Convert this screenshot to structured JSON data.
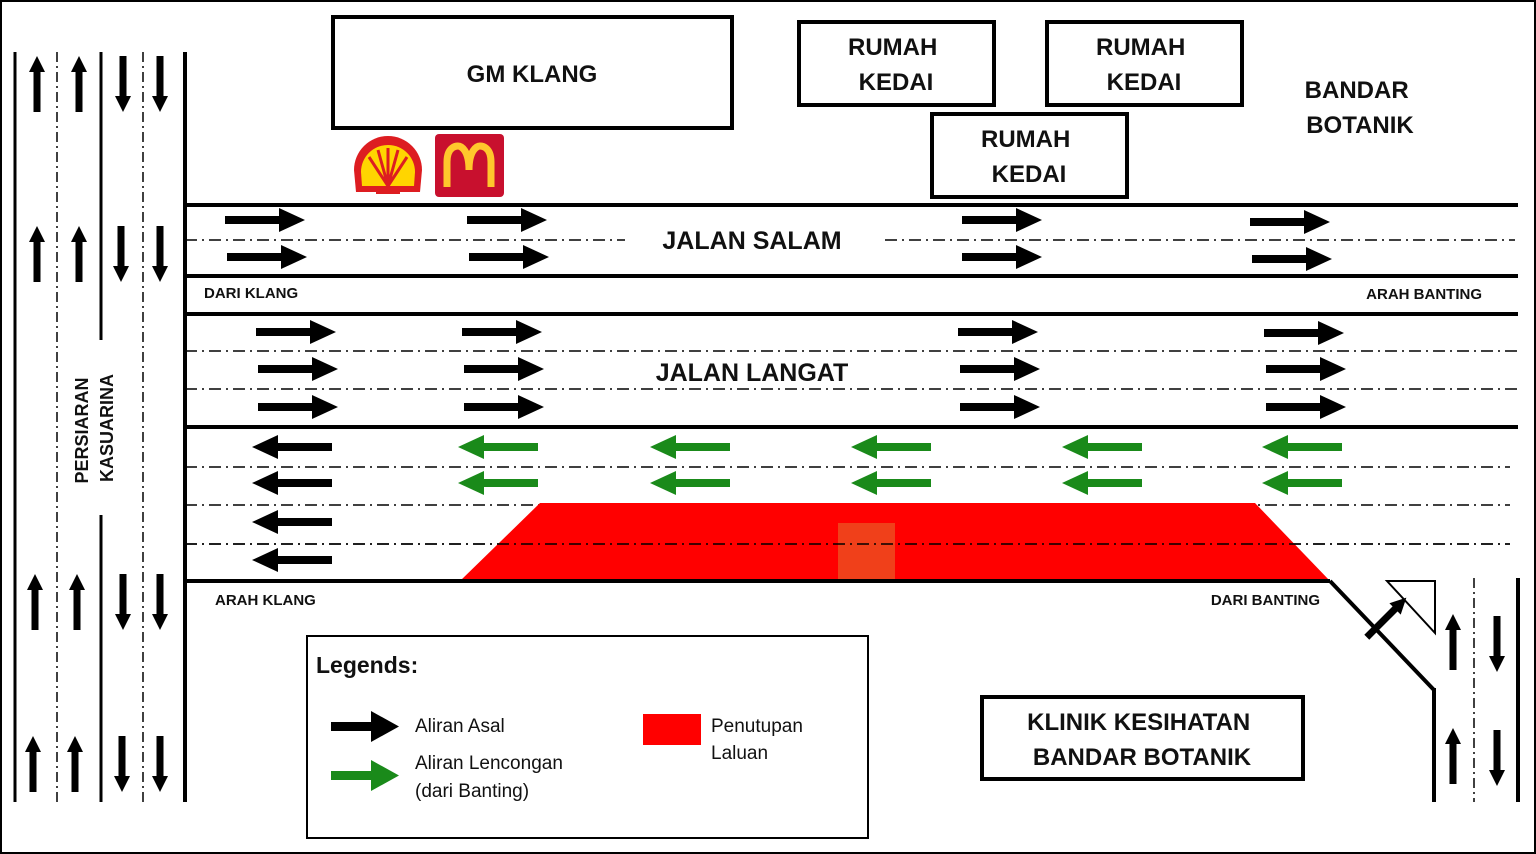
{
  "map": {
    "buildings": {
      "gm_klang": "GM KLANG",
      "rumah_kedai_1": [
        "RUMAH",
        "KEDAI"
      ],
      "rumah_kedai_2": [
        "RUMAH",
        "KEDAI"
      ],
      "rumah_kedai_3": [
        "RUMAH",
        "KEDAI"
      ],
      "klinik": [
        "KLINIK KESIHATAN",
        "BANDAR BOTANIK"
      ]
    },
    "area": [
      "BANDAR",
      "BOTANIK"
    ],
    "roads": {
      "jalan_salam": "JALAN SALAM",
      "jalan_langat": "JALAN LANGAT",
      "persiaran": [
        "PERSIARAN",
        "KASUARINA"
      ]
    },
    "directions": {
      "dari_klang": "DARI KLANG",
      "arah_banting": "ARAH BANTING",
      "arah_klang": "ARAH KLANG",
      "dari_banting": "DARI BANTING"
    },
    "logos": [
      "shell-logo",
      "mcdonalds-logo"
    ],
    "colors": {
      "closure": "#ff0000",
      "detour": "#1a8a1a",
      "original": "#000000",
      "shell_red": "#dd1d21",
      "shell_yellow": "#ffd500",
      "mcd_red": "#c8102e",
      "mcd_yellow": "#ffc72c"
    }
  },
  "legend": {
    "title": "Legends:",
    "original_flow": "Aliran Asal",
    "detour_flow": [
      "Aliran Lencongan",
      "(dari Banting)"
    ],
    "closure": [
      "Penutupan",
      "Laluan"
    ]
  }
}
